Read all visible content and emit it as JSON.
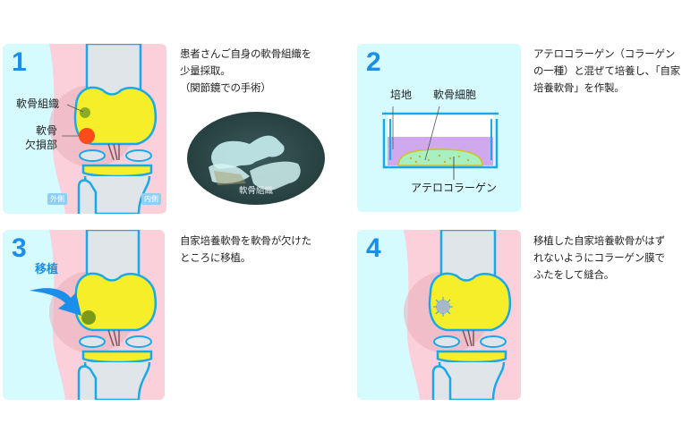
{
  "colors": {
    "panel_bg": "#d6fbff",
    "skin": "#fbd0da",
    "bone": "#dfe5e8",
    "outline": "#1aa9e8",
    "cartilage": "#f7ee2a",
    "accent_blue": "#1a8ee8",
    "defect_red": "#ff4a1a",
    "tissue_green": "#7aa024",
    "medium_purple": "#d0a8f0",
    "collagen_green": "#a8f0c0"
  },
  "steps": [
    {
      "number": "1",
      "description": [
        "患者さんご自身の軟骨組織を",
        "少量採取。",
        "（関節鏡での手術）"
      ],
      "labels": {
        "cartilage_tissue": "軟骨組織",
        "defect_line1": "軟骨",
        "defect_line2": "欠損部",
        "outer_side": "外側",
        "inner_side": "内側"
      },
      "photo_caption": "軟骨組織"
    },
    {
      "number": "2",
      "description": [
        "アテロコラーゲン（コラーゲン",
        "の一種）と混ぜて培養し、「自家",
        "培養軟骨」を作製。"
      ],
      "labels": {
        "medium": "培地",
        "cells": "軟骨細胞",
        "atelocollagen": "アテロコラーゲン"
      }
    },
    {
      "number": "3",
      "description": [
        "自家培養軟骨を軟骨が欠けた",
        "ところに移植。"
      ],
      "labels": {
        "transplant": "移植"
      }
    },
    {
      "number": "4",
      "description": [
        "移植した自家培養軟骨がはず",
        "れないようにコラーゲン膜で",
        "ふたをして縫合。"
      ]
    }
  ]
}
